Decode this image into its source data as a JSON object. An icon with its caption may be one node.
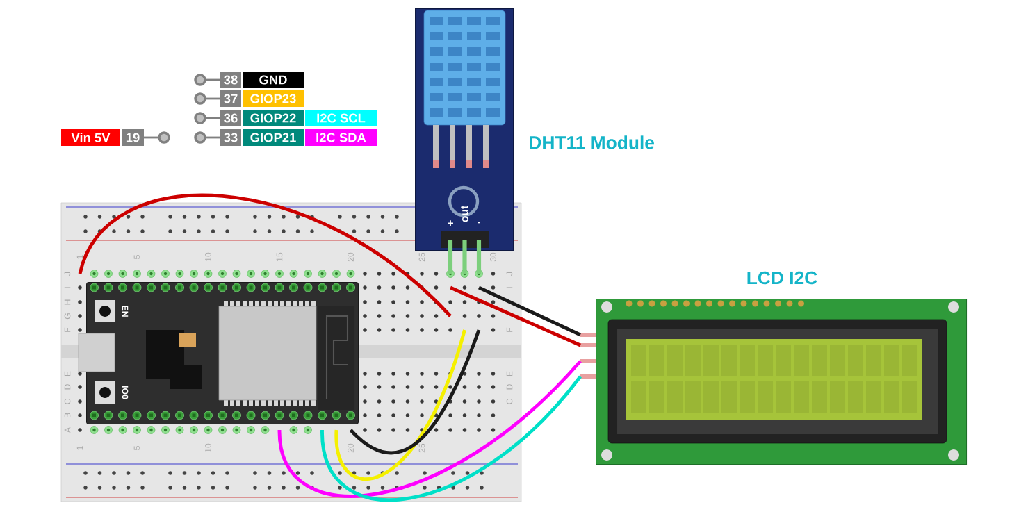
{
  "diagram": {
    "nodes": [
      {
        "text": [
          "EN",
          "IO0"
        ]
      },
      {
        "text": [
          "DHT11 Module",
          "+",
          "out",
          "-"
        ]
      },
      {
        "text": [
          "LCD I2C"
        ]
      }
    ],
    "edges": [
      {
        "from": 0,
        "to": 1,
        "arrow": "none",
        "color": "#cc0000"
      },
      {
        "from": 0,
        "to": 1,
        "arrow": "none",
        "color": "#f5f000"
      },
      {
        "from": 0,
        "to": 1,
        "arrow": "none",
        "color": "#1a1a1a"
      },
      {
        "from": 1,
        "to": 2,
        "arrow": "none",
        "color": "#1a1a1a"
      },
      {
        "from": 1,
        "to": 2,
        "arrow": "none",
        "color": "#cc0000"
      },
      {
        "from": 0,
        "to": 2,
        "arrow": "none",
        "color": "#ff00ff"
      },
      {
        "from": 0,
        "to": 2,
        "arrow": "none",
        "color": "#00e0c8"
      }
    ],
    "labels": [
      "38",
      "GND",
      "37",
      "GIOP23",
      "36",
      "GIOP22",
      "I2C SCL",
      "Vin 5V",
      "19",
      "33",
      "GIOP21",
      "I2C SDA",
      "1",
      "5",
      "10",
      "15",
      "20",
      "25",
      "30",
      "J",
      "I",
      "H",
      "G",
      "F",
      "E",
      "D",
      "C",
      "B",
      "A",
      "J",
      "I",
      "F",
      "E",
      "D",
      "C",
      "1",
      "5",
      "10",
      "20",
      "25"
    ]
  }
}
